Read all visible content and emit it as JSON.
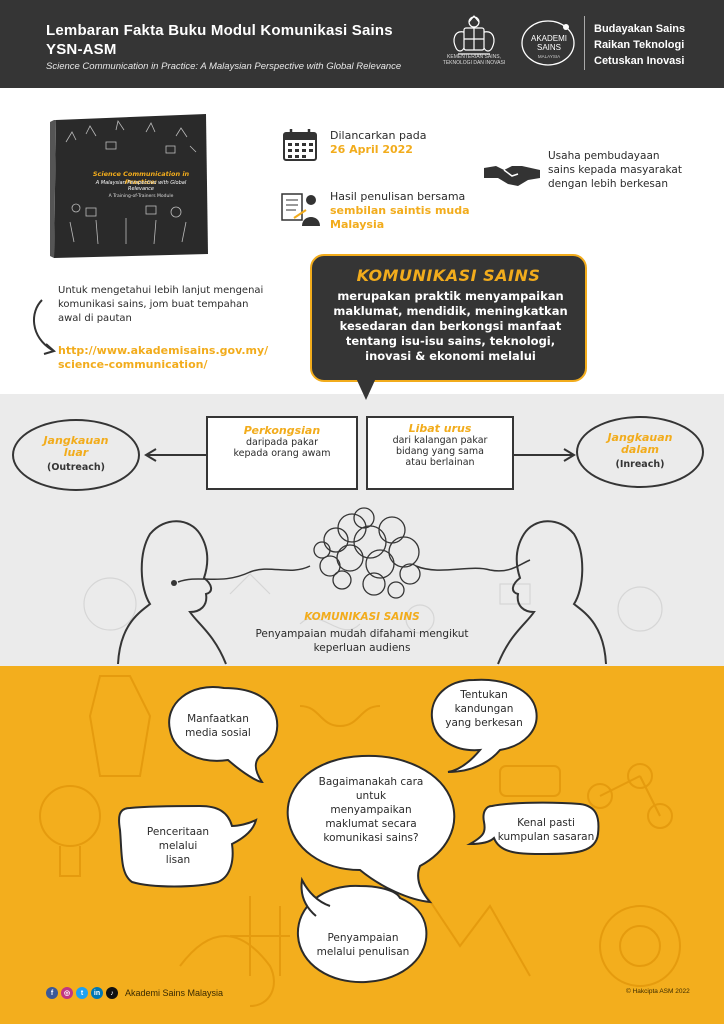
{
  "header": {
    "title_line1": "Lembaran Fakta Buku Modul Komunikasi Sains",
    "title_line2": "YSN-ASM",
    "subtitle": "Science Communication in Practice: A Malaysian Perspective with Global Relevance",
    "ministry_text": "KEMENTERIAN SAINS, TEKNOLOGI DAN INOVASI",
    "asm_logo_line1": "AKADEMI",
    "asm_logo_line2": "SAINS",
    "asm_logo_sub": "MALAYSIA",
    "tagline": [
      "Budayakan Sains",
      "Raikan Teknologi",
      "Cetuskan Inovasi"
    ]
  },
  "book": {
    "cover_title": "Science Communication in Practice:",
    "cover_subtitle": "A Malaysian Perspective with Global Relevance",
    "cover_tagline": "A Training-of-Trainers Module"
  },
  "facts": {
    "launch_label": "Dilancarkan pada",
    "launch_date": "26 April 2022",
    "authors_label": "Hasil penulisan bersama",
    "authors_value_1": "sembilan saintis muda",
    "authors_value_2": "Malaysia",
    "goal": [
      "Usaha pembudayaan",
      "sains kepada masyarakat",
      "dengan lebih berkesan"
    ]
  },
  "more_info": {
    "text": "Untuk mengetahui lebih lanjut mengenai komunikasi sains, jom buat tempahan awal di pautan",
    "url_line1": "http://www.akademisains.gov.my/",
    "url_line2": "science-communication/"
  },
  "definition": {
    "title": "KOMUNIKASI SAINS",
    "body": "merupakan praktik menyampaikan maklumat, mendidik, meningkatkan kesedaran dan berkongsi manfaat tentang isu-isu sains, teknologi, inovasi & ekonomi melalui"
  },
  "reach": {
    "outreach_title_1": "Jangkauan",
    "outreach_title_2": "luar",
    "outreach_sub": "(Outreach)",
    "inreach_title_1": "Jangkauan",
    "inreach_title_2": "dalam",
    "inreach_sub": "(Inreach)",
    "sharing_title": "Perkongsian",
    "sharing_sub": [
      "daripada pakar",
      "kepada orang awam"
    ],
    "engage_title": "Libat urus",
    "engage_sub": [
      "dari kalangan pakar",
      "bidang yang sama",
      "atau berlainan"
    ]
  },
  "communication": {
    "label": "KOMUNIKASI SAINS",
    "sub": "Penyampaian mudah difahami mengikut keperluan audiens"
  },
  "bubbles": {
    "social_media": [
      "Manfaatkan",
      "media sosial"
    ],
    "content": [
      "Tentukan",
      "kandungan",
      "yang berkesan"
    ],
    "question": [
      "Bagaimanakah cara",
      "untuk",
      "menyampaikan",
      "maklumat secara",
      "komunikasi sains?"
    ],
    "oral": [
      "Penceritaan",
      "melalui",
      "lisan"
    ],
    "target": [
      "Kenal pasti",
      "kumpulan sasaran"
    ],
    "writing": [
      "Penyampaian",
      "melalui penulisan"
    ]
  },
  "footer": {
    "org_name": "Akademi Sains Malaysia",
    "copyright": "Hakcipta ASM 2022",
    "social_icons": [
      "facebook-icon",
      "instagram-icon",
      "twitter-icon",
      "linkedin-icon",
      "tiktok-icon"
    ]
  },
  "colors": {
    "accent": "#f2ac1c",
    "dark": "#353535",
    "orange_bg": "#f3ae1d",
    "gray_band": "#ebebeb"
  }
}
